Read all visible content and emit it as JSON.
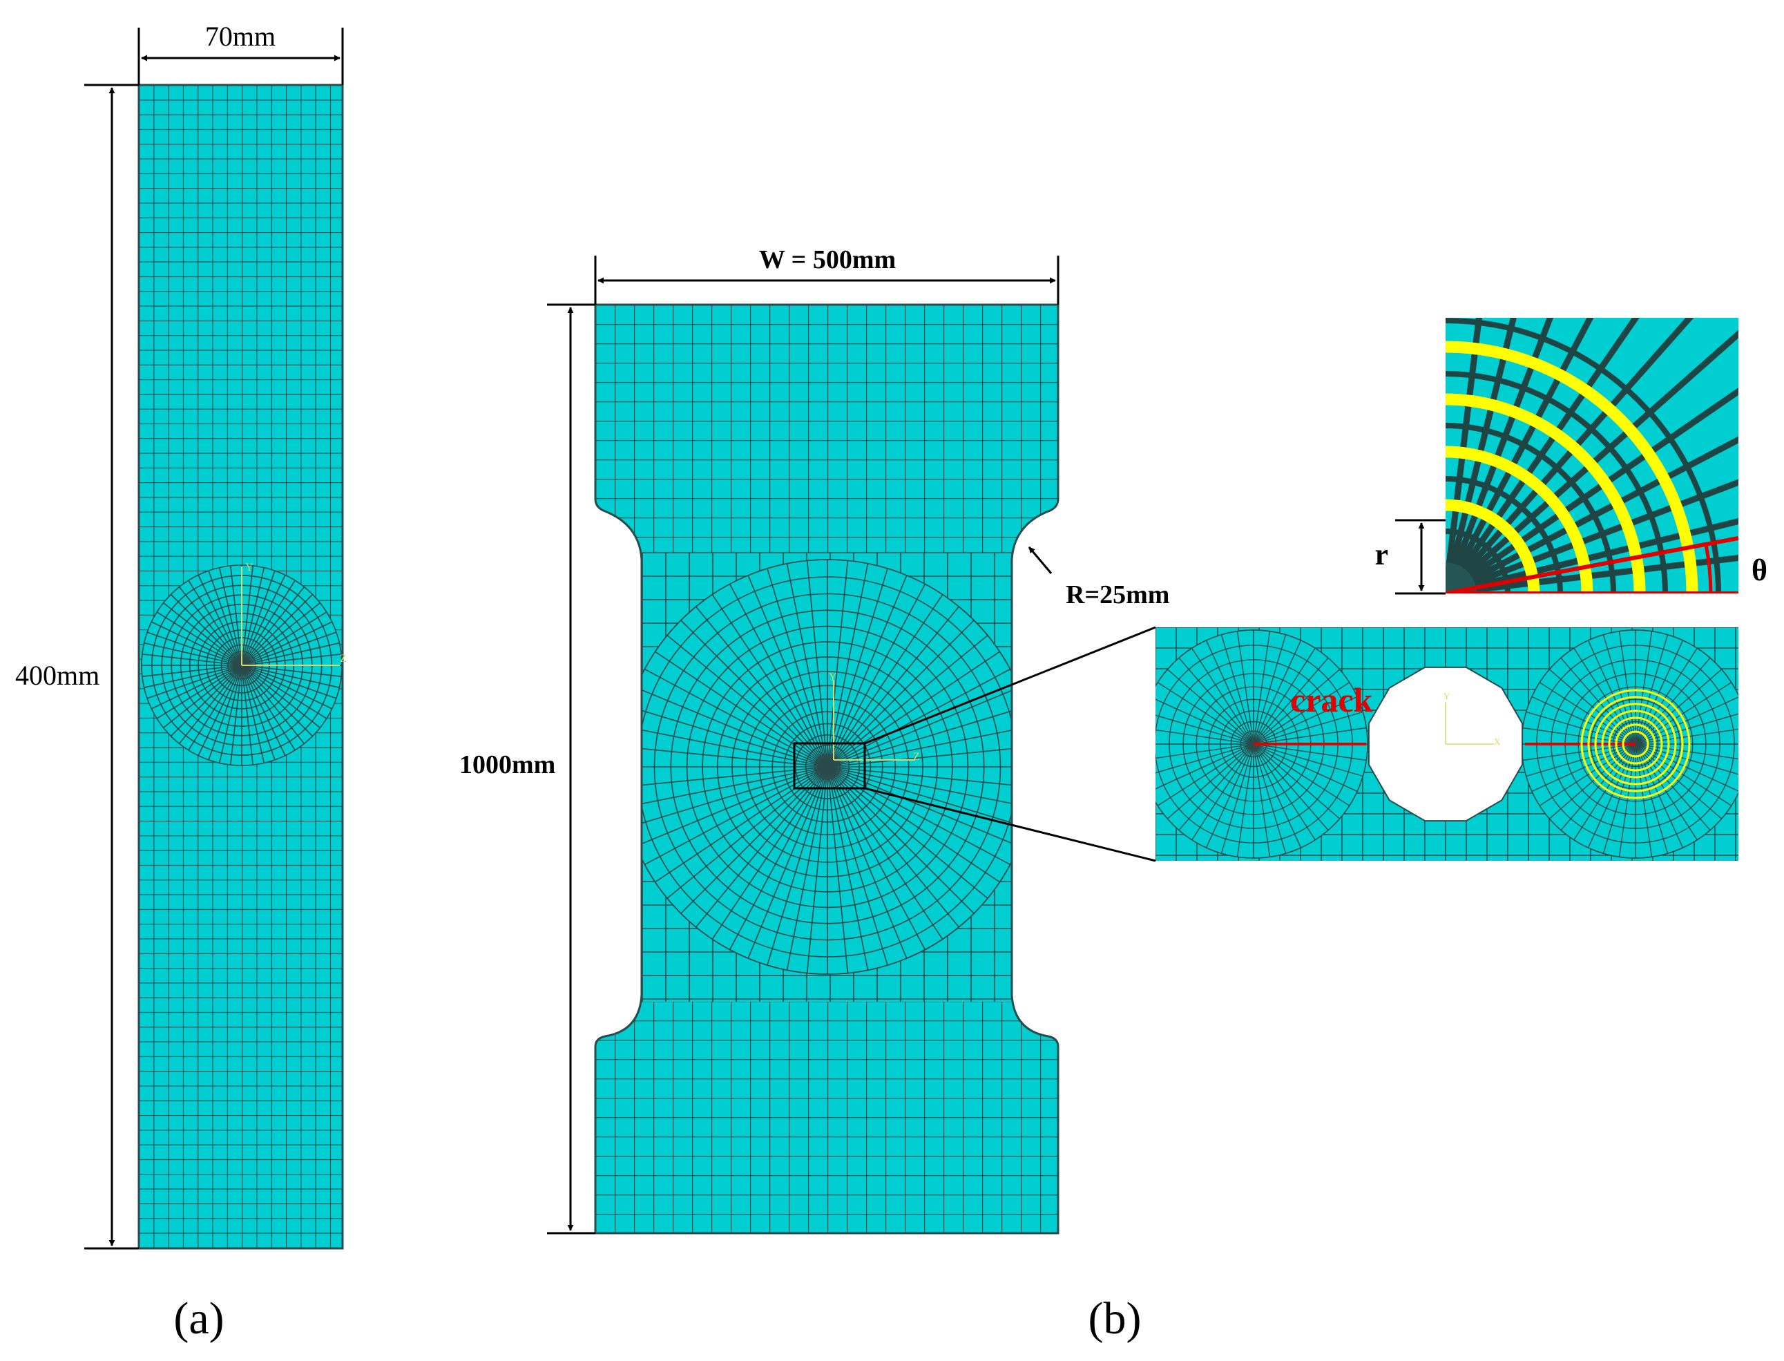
{
  "panel_a": {
    "width_label": "70mm",
    "height_label": "400mm",
    "caption": "(a)",
    "axis_y": "Y",
    "axis_x": "Z"
  },
  "panel_b": {
    "width_label": "W = 500mm",
    "height_label": "1000mm",
    "radius_label": "R=25mm",
    "caption": "(b)",
    "axis_y": "Y",
    "axis_x": "Z",
    "crack_label": "crack",
    "inset_axis_y": "Y",
    "inset_axis_x": "X",
    "zoom_r_label": "r",
    "zoom_theta_label": "θ"
  },
  "colors": {
    "mesh_fill": "#00CED1",
    "mesh_line": "#2a4b4b",
    "dimension_line": "#000000",
    "crack": "#E00000",
    "contour_ring": "#FFFF00",
    "axis_triad": "#D8D86A"
  }
}
